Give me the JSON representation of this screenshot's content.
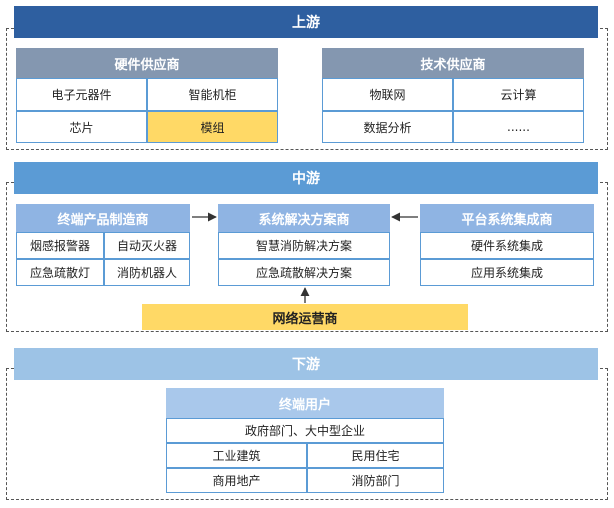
{
  "upstream": {
    "title": "上游",
    "hardware": {
      "title": "硬件供应商",
      "items": [
        "电子元器件",
        "智能机柜",
        "芯片",
        "模组"
      ]
    },
    "tech": {
      "title": "技术供应商",
      "items": [
        "物联网",
        "云计算",
        "数据分析",
        "......"
      ]
    }
  },
  "midstream": {
    "title": "中游",
    "terminal": {
      "title": "终端产品制造商",
      "items": [
        "烟感报警器",
        "自动灭火器",
        "应急疏散灯",
        "消防机器人"
      ]
    },
    "solution": {
      "title": "系统解决方案商",
      "items": [
        "智慧消防解决方案",
        "应急疏散解决方案"
      ]
    },
    "platform": {
      "title": "平台系统集成商",
      "items": [
        "硬件系统集成",
        "应用系统集成"
      ]
    },
    "network": "网络运营商"
  },
  "downstream": {
    "title": "下游",
    "users": {
      "title": "终端用户",
      "wide": "政府部门、大中型企业",
      "items": [
        "工业建筑",
        "民用住宅",
        "商用地产",
        "消防部门"
      ]
    }
  },
  "colors": {
    "band_dark": "#2e5fa0",
    "band_mid": "#5b9bd5",
    "band_light": "#9dc3e6",
    "header_gray": "#8497b0",
    "highlight": "#ffd966",
    "border": "#5b9bd5"
  }
}
